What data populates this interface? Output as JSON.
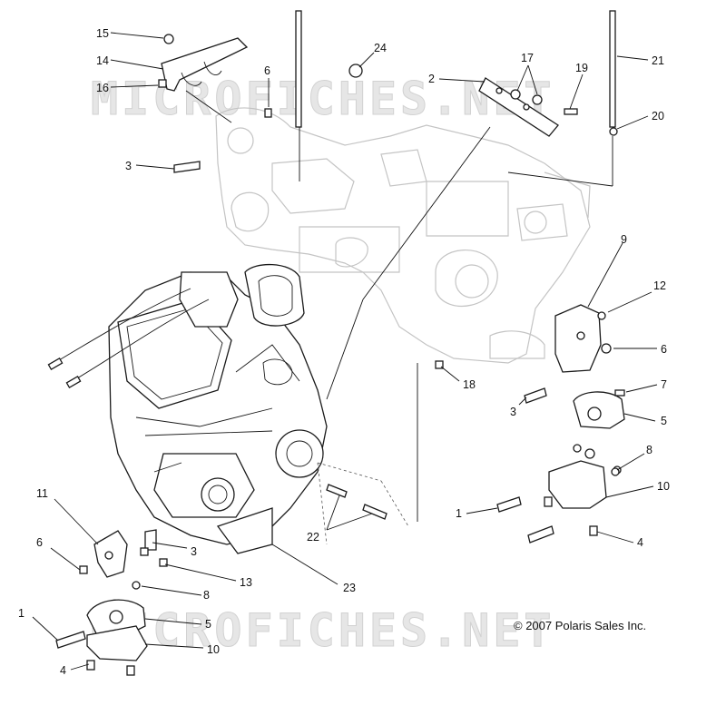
{
  "diagram": {
    "watermark_text": "MICROFICHES.NET",
    "copyright": "© 2007 Polaris Sales Inc.",
    "callouts": [
      {
        "id": "c15",
        "label": "15"
      },
      {
        "id": "c14",
        "label": "14"
      },
      {
        "id": "c16",
        "label": "16"
      },
      {
        "id": "c6a",
        "label": "6"
      },
      {
        "id": "c3a",
        "label": "3"
      },
      {
        "id": "c24",
        "label": "24"
      },
      {
        "id": "c2",
        "label": "2"
      },
      {
        "id": "c17",
        "label": "17"
      },
      {
        "id": "c19",
        "label": "19"
      },
      {
        "id": "c21",
        "label": "21"
      },
      {
        "id": "c20",
        "label": "20"
      },
      {
        "id": "c9",
        "label": "9"
      },
      {
        "id": "c12",
        "label": "12"
      },
      {
        "id": "c6b",
        "label": "6"
      },
      {
        "id": "c18",
        "label": "18"
      },
      {
        "id": "c7",
        "label": "7"
      },
      {
        "id": "c3b",
        "label": "3"
      },
      {
        "id": "c5a",
        "label": "5"
      },
      {
        "id": "c8a",
        "label": "8"
      },
      {
        "id": "c10a",
        "label": "10"
      },
      {
        "id": "c1a",
        "label": "1"
      },
      {
        "id": "c4a",
        "label": "4"
      },
      {
        "id": "c11",
        "label": "11"
      },
      {
        "id": "c6c",
        "label": "6"
      },
      {
        "id": "c3c",
        "label": "3"
      },
      {
        "id": "c22",
        "label": "22"
      },
      {
        "id": "c13",
        "label": "13"
      },
      {
        "id": "c23",
        "label": "23"
      },
      {
        "id": "c8b",
        "label": "8"
      },
      {
        "id": "c1b",
        "label": "1"
      },
      {
        "id": "c5b",
        "label": "5"
      },
      {
        "id": "c10b",
        "label": "10"
      },
      {
        "id": "c4b",
        "label": "4"
      }
    ]
  }
}
